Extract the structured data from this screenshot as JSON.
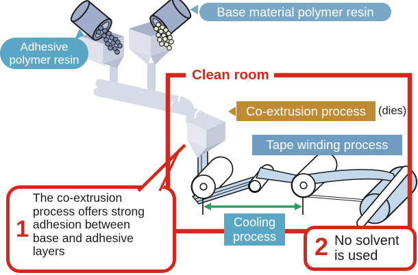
{
  "diagram": {
    "title_implicit": "Co-extrusion tape manufacturing process",
    "badges": {
      "base_resin": {
        "label": "Base material polymer resin",
        "color": "#7BA7C6"
      },
      "adhesive_resin": {
        "lines": [
          "Adhesive",
          "polymer resin"
        ],
        "color": "#5AA7C5"
      },
      "coextrusion": {
        "label": "Co-extrusion process",
        "color": "#C08A33"
      },
      "dies_note": "(dies)",
      "tape_winding": {
        "label": "Tape winding process",
        "color": "#6F9CC0"
      },
      "cooling": {
        "lines": [
          "Cooling",
          "process"
        ],
        "color": "#5AA7C5"
      }
    },
    "clean_room": {
      "label": "Clean room",
      "color": "#CE2A1E"
    },
    "callouts": [
      {
        "number": "1",
        "lines": [
          "The co-extrusion",
          "process offers strong",
          "adhesion between",
          "base and adhesive",
          "layers"
        ],
        "text": "The co-extrusion process offers strong adhesion between base and adhesive layers"
      },
      {
        "number": "2",
        "lines": [
          "No solvent",
          "is used"
        ],
        "text": "No solvent is used"
      }
    ],
    "colors": {
      "red": "#D3291D",
      "green_arrow": "#2E9E60",
      "film_blue": "#C3D8EB",
      "machine_gray": "#D7DBE7",
      "pellet_adhesive": "#7B8CB4",
      "pellet_base": "#EFECD0"
    }
  }
}
